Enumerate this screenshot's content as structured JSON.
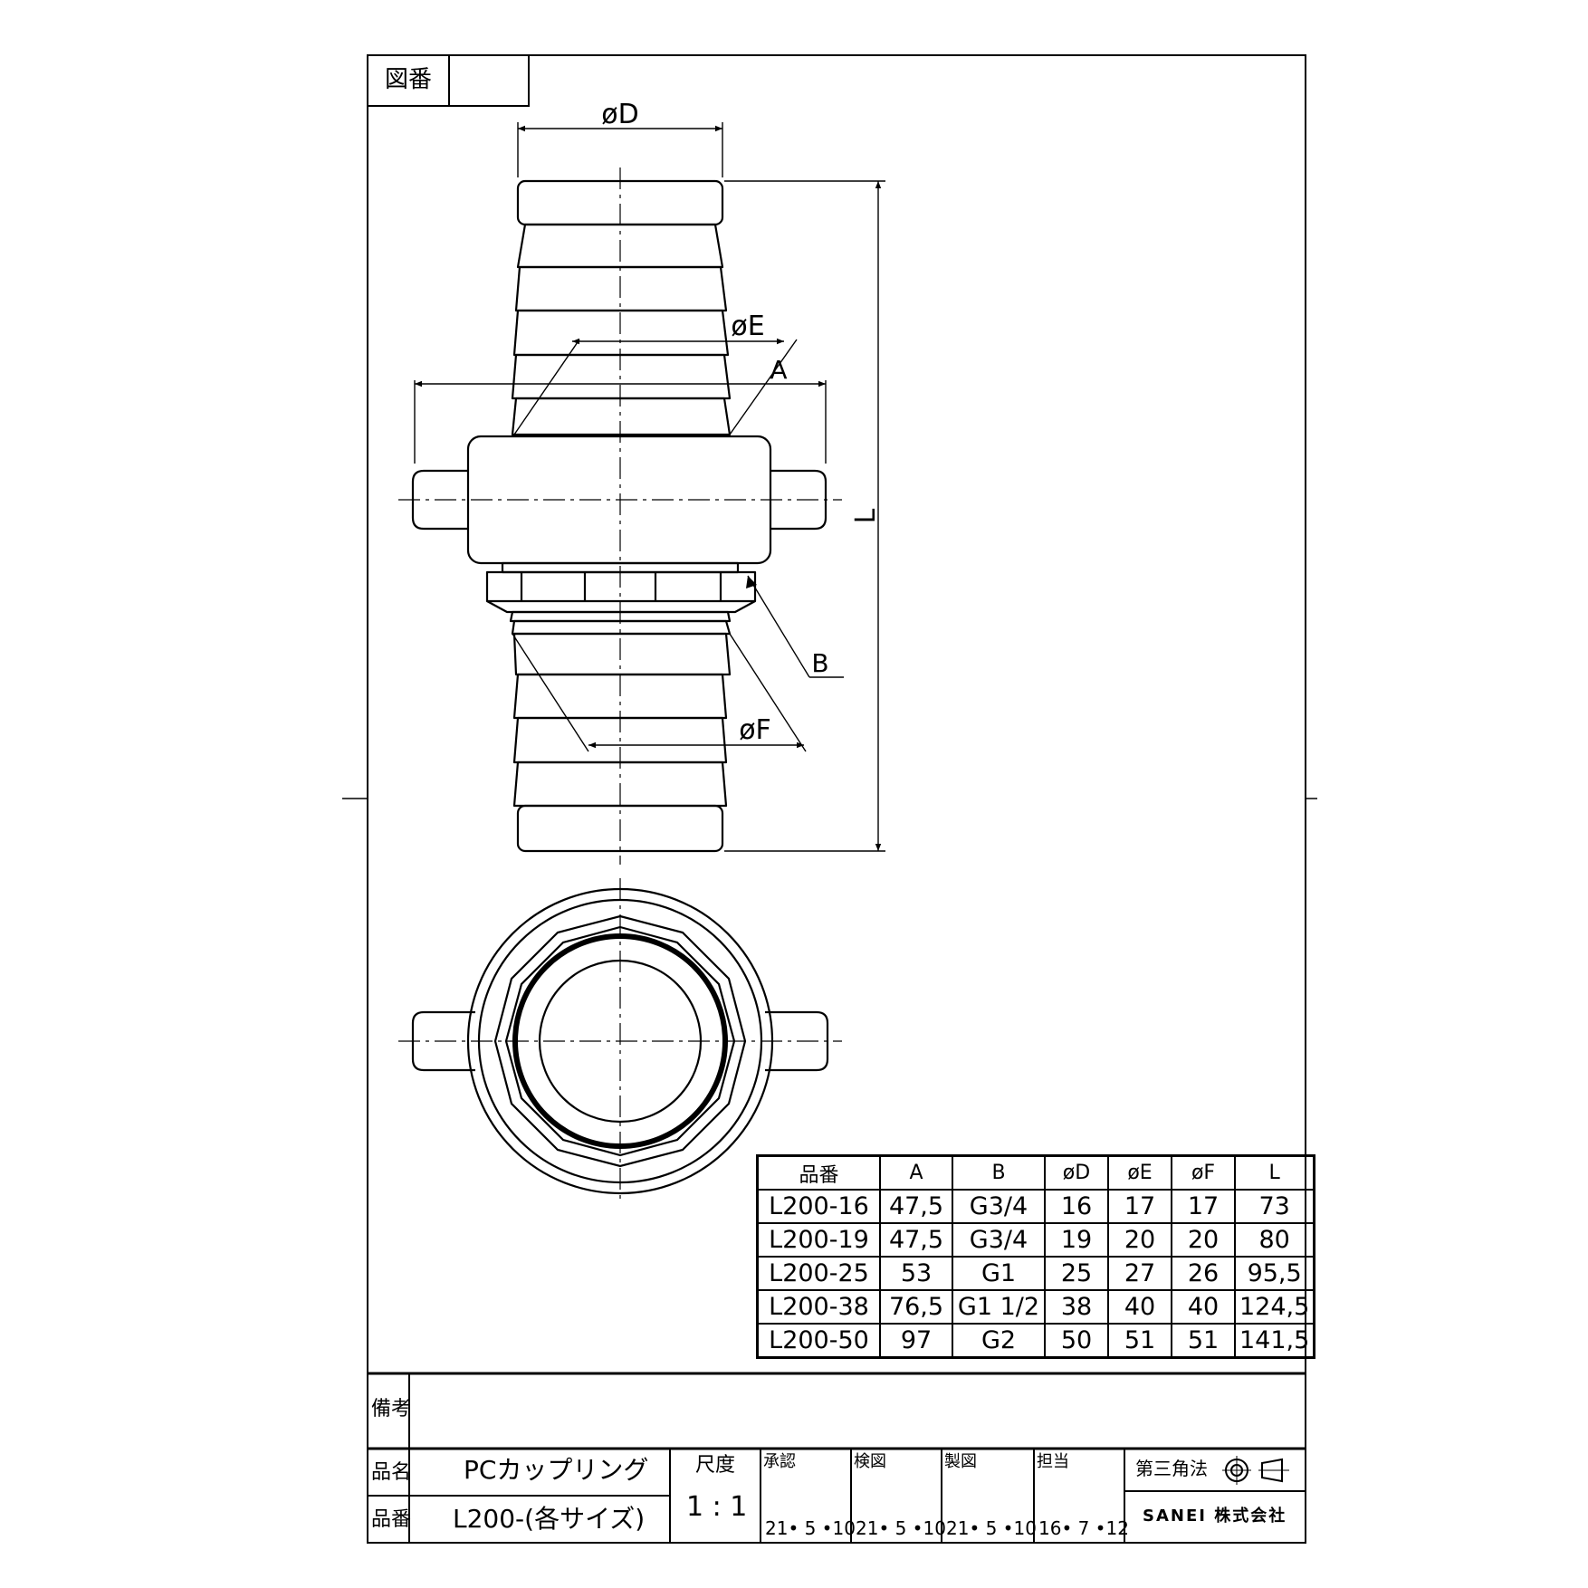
{
  "sheet_number_label": "図番",
  "dimensions": {
    "phi_d": "øD",
    "phi_e": "øE",
    "a": "A",
    "b": "B",
    "phi_f": "øF",
    "l": "L"
  },
  "spec_table": {
    "headers": [
      "品番",
      "A",
      "B",
      "øD",
      "øE",
      "øF",
      "L"
    ],
    "rows": [
      [
        "L200-16",
        "47,5",
        "G3/4",
        "16",
        "17",
        "17",
        "73"
      ],
      [
        "L200-19",
        "47,5",
        "G3/4",
        "19",
        "20",
        "20",
        "80"
      ],
      [
        "L200-25",
        "53",
        "G1",
        "25",
        "27",
        "26",
        "95,5"
      ],
      [
        "L200-38",
        "76,5",
        "G1 1/2",
        "38",
        "40",
        "40",
        "124,5"
      ],
      [
        "L200-50",
        "97",
        "G2",
        "50",
        "51",
        "51",
        "141,5"
      ]
    ]
  },
  "title_block": {
    "remarks_label": "備考",
    "name_label": "品名",
    "name_value": "PCカップリング",
    "part_label": "品番",
    "part_value": "L200-(各サイズ)",
    "scale_label": "尺度",
    "scale_value": "1 : 1",
    "approved_label": "承認",
    "approved_date": "21• 5 •10",
    "checked_label": "検図",
    "checked_date": "21• 5 •10",
    "drawn_label": "製図",
    "drawn_date": "21• 5 •10",
    "charge_label": "担当",
    "charge_date": "16• 7 •12",
    "projection_label": "第三角法",
    "company": "SANEI 株式会社"
  }
}
